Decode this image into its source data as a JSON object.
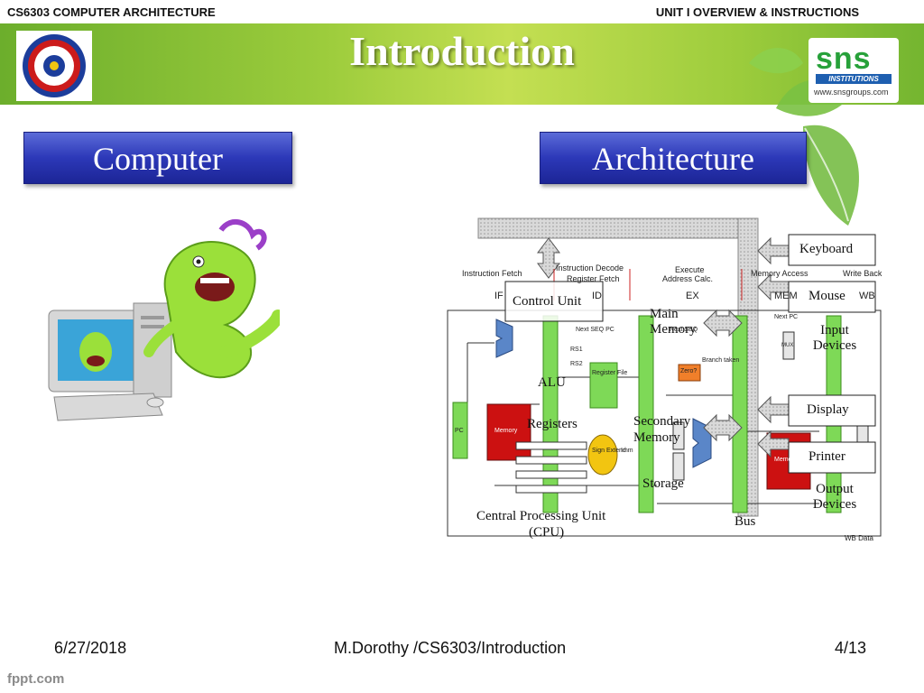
{
  "header": {
    "course": "CS6303 COMPUTER ARCHITECTURE",
    "unit": "UNIT I OVERVIEW & INSTRUCTIONS",
    "title": "Introduction",
    "logo_right": {
      "brand": "sns",
      "tagline": "INSTITUTIONS",
      "url": "www.snsgroups.com"
    }
  },
  "headings": {
    "left": "Computer",
    "right": "Architecture"
  },
  "diagram": {
    "overlay_labels": {
      "control_unit": "Control Unit",
      "main_memory": "Main Memory",
      "alu": "ALU",
      "registers": "Registers",
      "secondary_memory": "Secondary Memory",
      "storage": "Storage",
      "cpu": "Central Processing Unit",
      "cpu_abbr": "(CPU)",
      "bus": "Bus",
      "keyboard": "Keyboard",
      "mouse": "Mouse",
      "input_devices": "Input Devices",
      "display": "Display",
      "printer": "Printer",
      "output_devices": "Output Devices"
    },
    "pipeline_labels": {
      "instruction_fetch": "Instruction Fetch",
      "instruction_decode": "Instruction Decode",
      "register_fetch": "Register Fetch",
      "execute": "Execute",
      "address_calc": "Address Calc.",
      "memory_access": "Memory Access",
      "write_back": "Write Back",
      "if": "IF",
      "id": "ID",
      "ex": "EX",
      "mem": "MEM",
      "wb": "WB",
      "next_seq_pc": "Next SEQ PC",
      "next_seq": "Next SEQ",
      "next_pc": "Next PC",
      "rs1": "RS1",
      "rs2": "RS2",
      "register_file": "Register File",
      "zero": "Zero?",
      "branch_taken": "Branch taken",
      "sign_extend": "Sign Extend",
      "imm": "Imm",
      "pc": "PC",
      "memory": "Memory",
      "mux": "MUX",
      "wb_data": "WB Data"
    }
  },
  "footer": {
    "date": "6/27/2018",
    "author": "M.Dorothy /CS6303/Introduction",
    "page": "4/13",
    "watermark": "fppt.com"
  },
  "colors": {
    "banner_green": "#8cc63f",
    "heading_blue": "#2c38b8",
    "pipeline_green": "#7ed957",
    "memory_red": "#cc1111",
    "zero_orange": "#f07f2a",
    "sign_yellow": "#f2c511"
  }
}
